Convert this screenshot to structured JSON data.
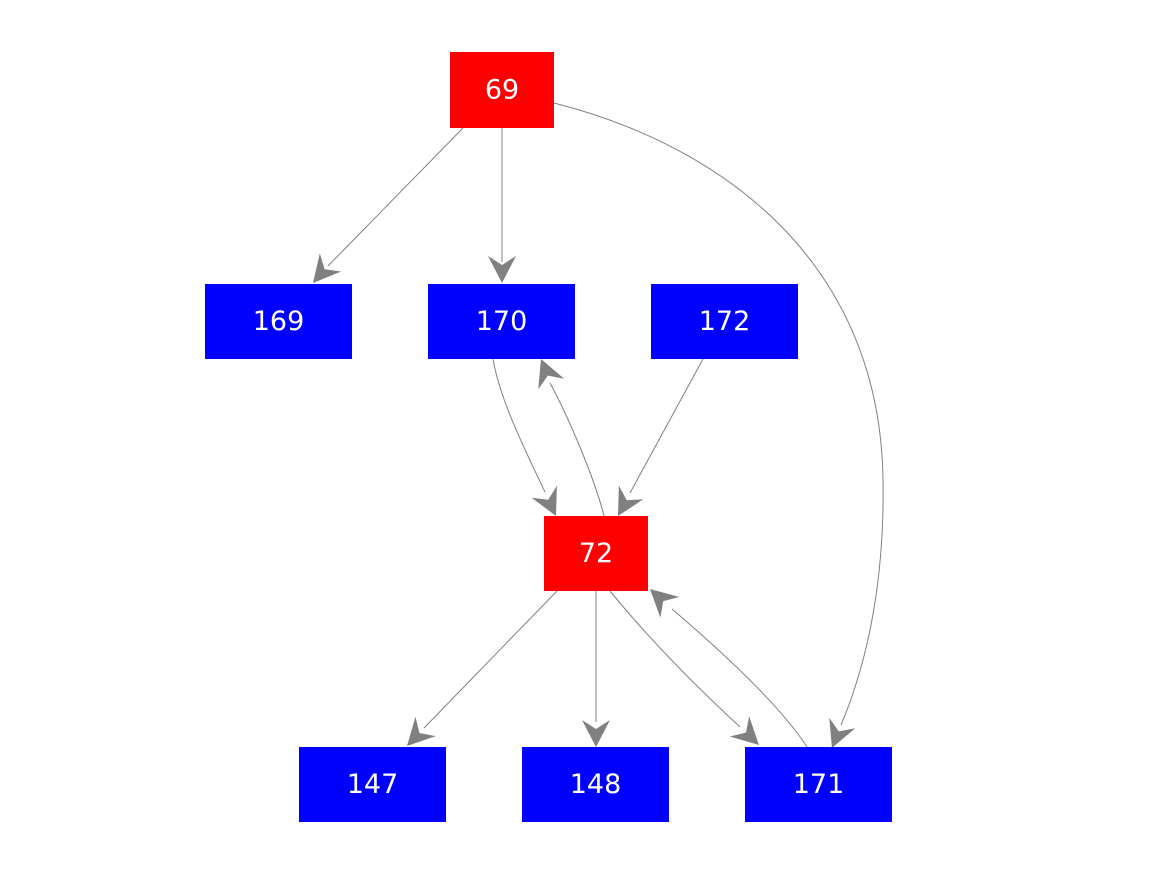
{
  "colors": {
    "root_node": "#ff0000",
    "leaf_node": "#0000ff",
    "edge": "#808080",
    "label": "#ffffff"
  },
  "nodes": [
    {
      "id": "69",
      "label": "69",
      "kind": "root_node"
    },
    {
      "id": "169",
      "label": "169",
      "kind": "leaf_node"
    },
    {
      "id": "170",
      "label": "170",
      "kind": "leaf_node"
    },
    {
      "id": "172",
      "label": "172",
      "kind": "leaf_node"
    },
    {
      "id": "72",
      "label": "72",
      "kind": "root_node"
    },
    {
      "id": "147",
      "label": "147",
      "kind": "leaf_node"
    },
    {
      "id": "148",
      "label": "148",
      "kind": "leaf_node"
    },
    {
      "id": "171",
      "label": "171",
      "kind": "leaf_node"
    }
  ],
  "edges": [
    {
      "from": "69",
      "to": "169"
    },
    {
      "from": "69",
      "to": "170"
    },
    {
      "from": "69",
      "to": "171"
    },
    {
      "from": "170",
      "to": "72"
    },
    {
      "from": "72",
      "to": "170"
    },
    {
      "from": "172",
      "to": "72"
    },
    {
      "from": "72",
      "to": "147"
    },
    {
      "from": "72",
      "to": "148"
    },
    {
      "from": "72",
      "to": "171"
    },
    {
      "from": "171",
      "to": "72"
    }
  ]
}
